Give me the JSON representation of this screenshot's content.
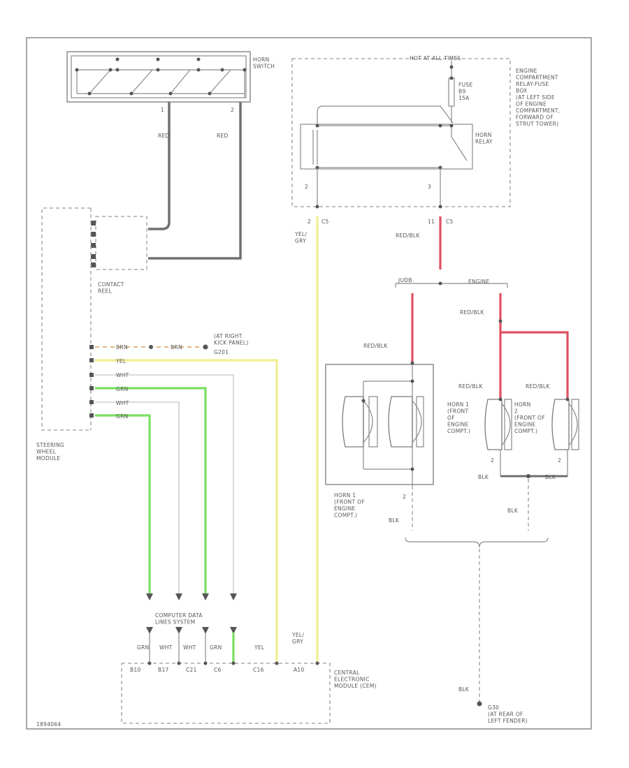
{
  "colors": {
    "red": "#e05060",
    "yellow": "#f0ee90",
    "green": "#79e060",
    "gray": "#707070",
    "white_wire": "#cfcfcf",
    "orange_dash": "#d9a060"
  },
  "labels": {
    "horn_switch": "HORN\nSWITCH",
    "hot_at_all_times": "HOT AT ALL TIMES",
    "fuse": "FUSE\nB9\n15A",
    "relay_box": "ENGINE\nCOMPARTMENT\nRELAY-FUSE\nBOX\n(AT LEFT SIDE\nOF ENGINE\nCOMPARTMENT,\nFORWARD OF\nSTRUT TOWER)",
    "horn_relay": "HORN\nRELAY",
    "relay_pin_left": "2",
    "relay_pin_right": "3",
    "switch_pin_1": "1",
    "switch_pin_2": "2",
    "wire_red_1": "RED",
    "wire_red_2": "RED",
    "conn_c5_pin2": "2",
    "conn_c5_a": "C5",
    "conn_c5_pin11": "11",
    "conn_c5_b": "C5",
    "wire_yel_gry_top": "YEL/\nGRY",
    "wire_red_blk_1": "RED/BLK",
    "contact_reel": "CONTACT\nREEL",
    "splice_label_left": "JUDB",
    "splice_label_right": "ENGINE",
    "wire_red_blk_2": "RED/BLK",
    "wire_red_blk_3": "RED/BLK",
    "at_right_kick_panel": "(AT RIGHT\nKICK PANEL)",
    "g201": "G201",
    "swm_brn_1": "BRN",
    "swm_brn_2": "BRN",
    "swm_yel": "YEL",
    "swm_wht_1": "WHT",
    "swm_grn_1": "GRN",
    "swm_wht_2": "WHT",
    "swm_grn_2": "GRN",
    "steering_wheel_module": "STEERING\nWHEEL\nMODULE",
    "horn1_left_wire": "RED/BLK",
    "horn1_front": "HORN 1\n(FRONT OF\nENGINE\nCOMPT.)",
    "horn1_pin": "2",
    "horn1_blk": "BLK",
    "horn_mid_wire": "RED/BLK",
    "horn_mid_label": "HORN 1\n(FRONT\nOF\nENGINE\nCOMPT.)",
    "horn_right_wire": "RED/BLK",
    "horn_right_label": "HORN\n2\n(FRONT OF\nENGINE\nCOMPT.)",
    "horn_mid_pin": "2",
    "horn_right_pin": "2",
    "blk_mid": "BLK",
    "blk_right": "BLK",
    "blk_lower": "BLK",
    "dlc_label": "COMPUTER DATA\nLINES SYSTEM",
    "cem_pin_grn": "GRN",
    "cem_pin_wht1": "WHT",
    "cem_pin_wht2": "WHT",
    "cem_pin_grn2": "GRN",
    "cem_pin_yel": "YEL",
    "cem_pin_yel_gry": "YEL/\nGRY",
    "cem_pins": [
      "B10",
      "B17",
      "C21",
      "C6",
      "C16",
      "A10"
    ],
    "cem_label": "CENTRAL\nELECTRONIC\nMODULE (CEM)",
    "ground_blk": "BLK",
    "ground_label": "G30\n(AT REAR OF\nLEFT FENDER)",
    "footer_code": "1894064"
  }
}
